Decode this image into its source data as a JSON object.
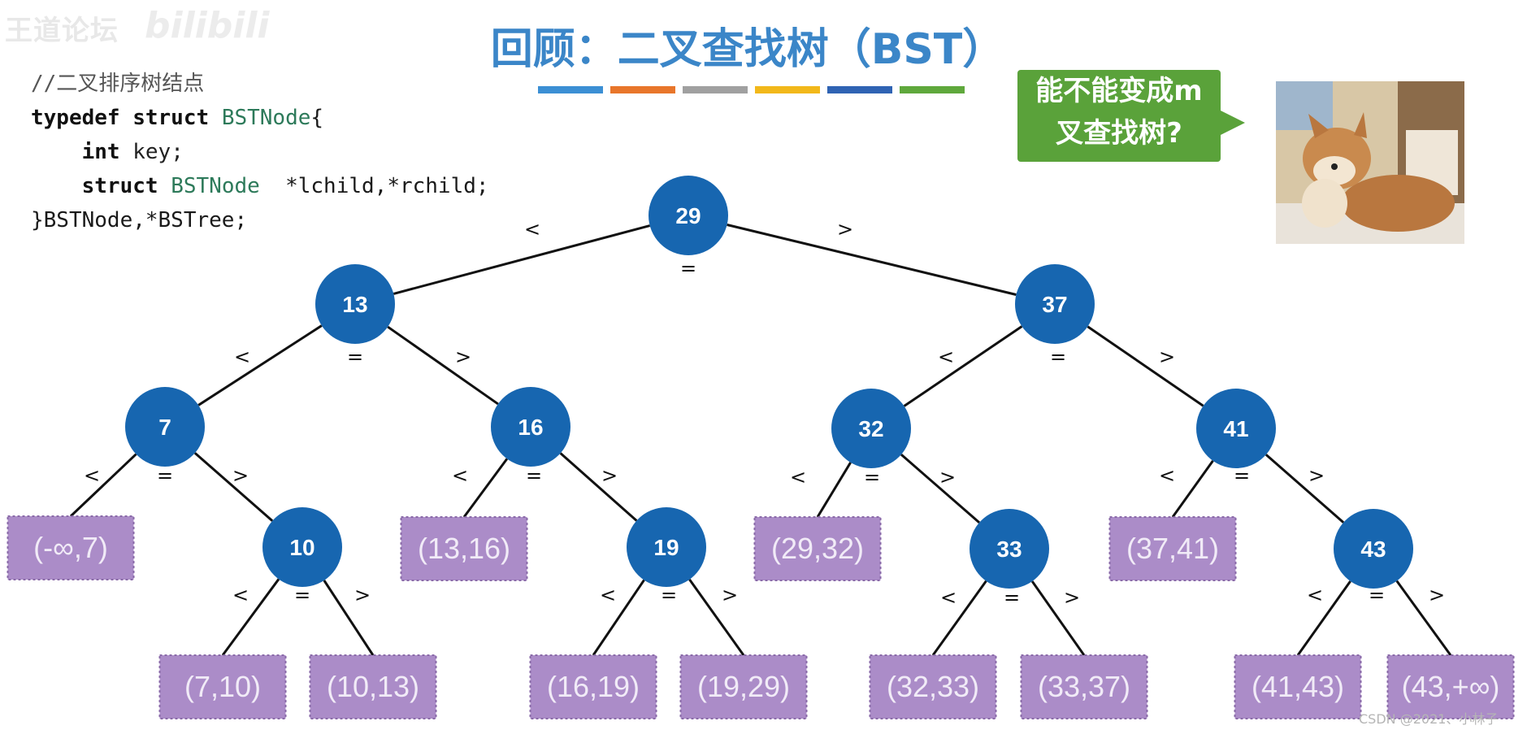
{
  "watermark": {
    "text": "王道论坛",
    "logo": "bilibili"
  },
  "title": "回顾：二叉查找树（BST）",
  "color_bars": [
    "#3b8fd4",
    "#e8762b",
    "#a0a0a0",
    "#f2b81a",
    "#2f63b3",
    "#5fa83c"
  ],
  "code": {
    "comment": "//二叉排序树结点",
    "line1_kw": "typedef struct ",
    "line1_type": "BSTNode",
    "line1_tail": "{",
    "line2_kw": "int ",
    "line2_var": "key;",
    "line3_kw": "struct ",
    "line3_type": "BSTNode",
    "line3_tail": "  *lchild,*rchild;",
    "line4": "}BSTNode,*BSTree;"
  },
  "callout": {
    "line1": "能不能变成m",
    "line2": "叉查找树?"
  },
  "footer": "CSDN @2021、小林子",
  "colors": {
    "node_fill": "#1766b0",
    "interval_fill": "#ab8cc8",
    "interval_text": "#f1ebf7",
    "edge": "#111111"
  },
  "tree": {
    "nodes": [
      "29",
      "13",
      "37",
      "7",
      "16",
      "32",
      "41",
      "10",
      "19",
      "33",
      "43"
    ],
    "intervals": [
      "(-∞,7)",
      "(13,16)",
      "(29,32)",
      "(37,41)",
      "(7,10)",
      "(10,13)",
      "(16,19)",
      "(19,29)",
      "(32,33)",
      "(33,37)",
      "(41,43)",
      "(43,+∞)"
    ],
    "labels": {
      "less": "<",
      "equal": "=",
      "greater": ">"
    }
  }
}
